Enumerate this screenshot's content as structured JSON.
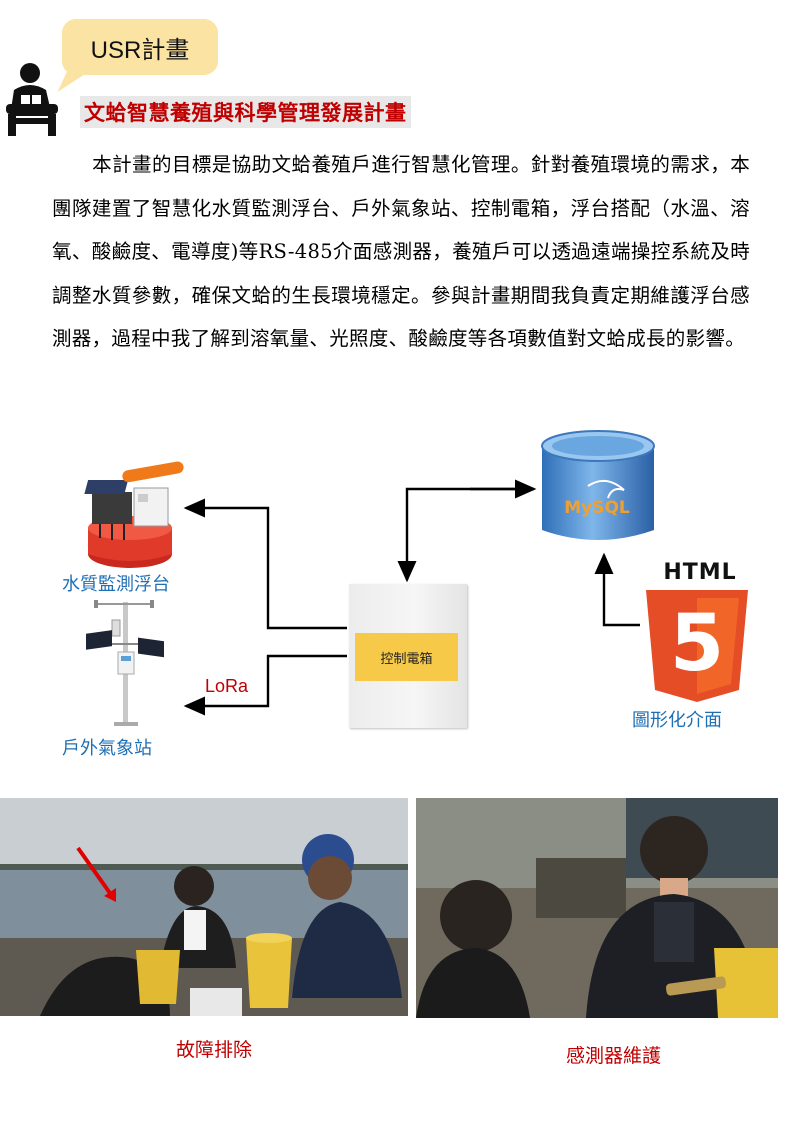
{
  "header": {
    "bubble_label": "USR計畫",
    "title": "文蛤智慧養殖與科學管理發展計畫"
  },
  "body": {
    "paragraph": "本計畫的目標是協助文蛤養殖戶進行智慧化管理。針對養殖環境的需求，本團隊建置了智慧化水質監測浮台、戶外氣象站、控制電箱，浮台搭配（水溫、溶氧、酸鹼度、電導度)等RS-485介面感測器，養殖戶可以透過遠端操控系統及時調整水質參數，確保文蛤的生長環境穩定。參與計畫期間我負責定期維護浮台感測器，過程中我了解到溶氧量、光照度、酸鹼度等各項數值對文蛤成長的影響。"
  },
  "diagram": {
    "float_label": "水質監測浮台",
    "weather_label": "戶外氣象站",
    "lora_label": "LoRa",
    "control_box_label": "控制電箱",
    "database_logo": "MySQL",
    "html_logo": "HTML",
    "html_number": "5",
    "ui_label": "圖形化介面"
  },
  "photos": {
    "left_caption": "故障排除",
    "right_caption": "感測器維護"
  },
  "colors": {
    "title_red": "#c00000",
    "label_blue": "#1f6fb5",
    "bubble_yellow": "#fbe3a3",
    "control_yellow": "#f7c948",
    "html5_orange": "#e44d26"
  }
}
